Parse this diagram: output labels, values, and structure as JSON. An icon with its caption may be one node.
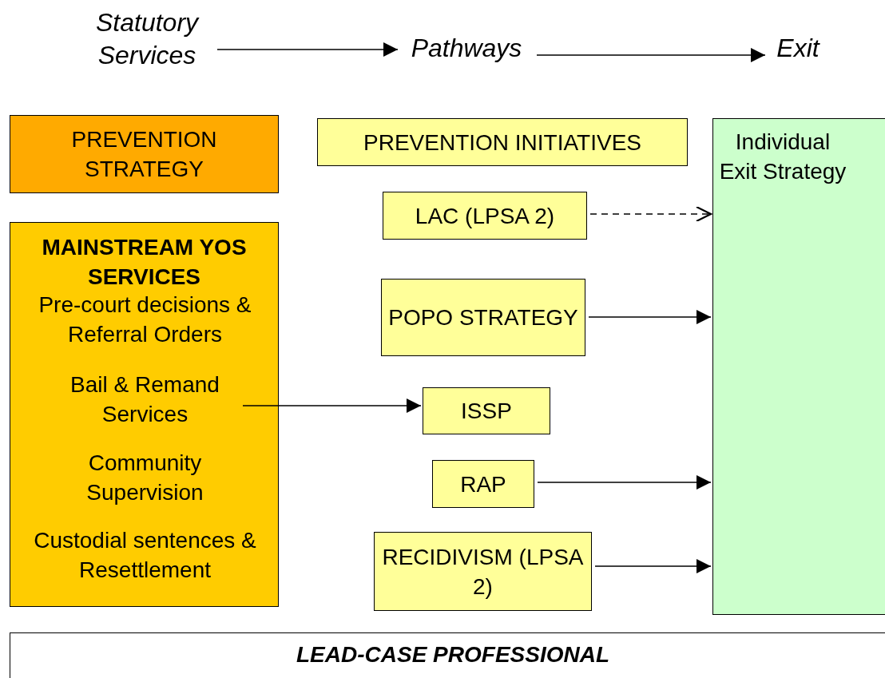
{
  "diagram": {
    "nodes": [
      {
        "text": [
          "Statutory Services"
        ]
      },
      {
        "text": [
          "Pathways"
        ]
      },
      {
        "text": [
          "Exit"
        ]
      },
      {
        "text": [
          "PREVENTION STRATEGY"
        ]
      },
      {
        "text": [
          "MAINSTREAM YOS SERVICES"
        ]
      },
      {
        "text": [
          "Pre-court decisions & Referral Orders"
        ],
        "in": 4
      },
      {
        "text": [
          "Bail & Remand Services"
        ],
        "in": 4
      },
      {
        "text": [
          "Community Supervision"
        ],
        "in": 4
      },
      {
        "text": [
          "Custodial sentences & Resettlement"
        ],
        "in": 4
      },
      {
        "text": [
          "PREVENTION INITIATIVES"
        ]
      },
      {
        "text": [
          "LAC (LPSA 2)"
        ]
      },
      {
        "text": [
          "POPO STRATEGY"
        ]
      },
      {
        "text": [
          "ISSP"
        ]
      },
      {
        "text": [
          "RAP"
        ]
      },
      {
        "text": [
          "RECIDIVISM (LPSA 2)"
        ]
      },
      {
        "text": [
          "Individual Exit Strategy"
        ]
      },
      {
        "text": [
          "LEAD-CASE PROFESSIONAL"
        ]
      }
    ],
    "edges": [
      {
        "from": 0,
        "to": 1,
        "arrow": "to"
      },
      {
        "from": 1,
        "to": 2,
        "arrow": "to"
      },
      {
        "from": 10,
        "to": 15,
        "arrow": "to",
        "style": "dashed"
      },
      {
        "from": 11,
        "to": 15,
        "arrow": "to"
      },
      {
        "from": 6,
        "to": 12,
        "arrow": "to"
      },
      {
        "from": 13,
        "to": 15,
        "arrow": "to"
      },
      {
        "from": 14,
        "to": 15,
        "arrow": "to"
      }
    ]
  }
}
